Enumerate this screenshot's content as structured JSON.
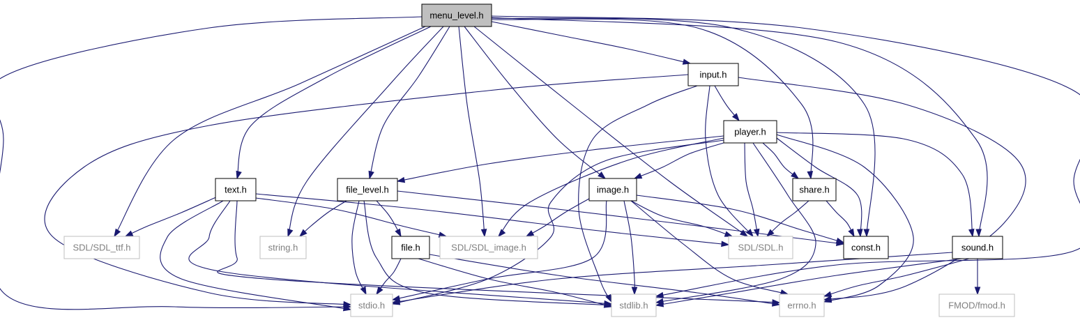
{
  "diagram": {
    "colors": {
      "edge": "#191970",
      "root_fill": "#bfbfbf",
      "node_border": "#000000",
      "system_border": "#bfbfbf",
      "system_text": "#808080"
    },
    "nodes": [
      {
        "id": "menu_level",
        "label": "menu_level.h",
        "kind": "root"
      },
      {
        "id": "input",
        "label": "input.h",
        "kind": "local"
      },
      {
        "id": "player",
        "label": "player.h",
        "kind": "local"
      },
      {
        "id": "text",
        "label": "text.h",
        "kind": "local"
      },
      {
        "id": "file_level",
        "label": "file_level.h",
        "kind": "local"
      },
      {
        "id": "image",
        "label": "image.h",
        "kind": "local"
      },
      {
        "id": "share",
        "label": "share.h",
        "kind": "local"
      },
      {
        "id": "file",
        "label": "file.h",
        "kind": "local"
      },
      {
        "id": "const",
        "label": "const.h",
        "kind": "local"
      },
      {
        "id": "sound",
        "label": "sound.h",
        "kind": "local"
      },
      {
        "id": "sdl_ttf",
        "label": "SDL/SDL_ttf.h",
        "kind": "system"
      },
      {
        "id": "string",
        "label": "string.h",
        "kind": "system"
      },
      {
        "id": "sdl_image",
        "label": "SDL/SDL_image.h",
        "kind": "system"
      },
      {
        "id": "sdl",
        "label": "SDL/SDL.h",
        "kind": "system"
      },
      {
        "id": "stdio",
        "label": "stdio.h",
        "kind": "system"
      },
      {
        "id": "stdlib",
        "label": "stdlib.h",
        "kind": "system"
      },
      {
        "id": "errno",
        "label": "errno.h",
        "kind": "system"
      },
      {
        "id": "fmod",
        "label": "FMOD/fmod.h",
        "kind": "system"
      }
    ],
    "edges": [
      {
        "from": "menu_level",
        "to": "stdio"
      },
      {
        "from": "menu_level",
        "to": "sdl_ttf"
      },
      {
        "from": "menu_level",
        "to": "text"
      },
      {
        "from": "menu_level",
        "to": "string"
      },
      {
        "from": "menu_level",
        "to": "file_level"
      },
      {
        "from": "menu_level",
        "to": "sdl_image"
      },
      {
        "from": "menu_level",
        "to": "image"
      },
      {
        "from": "menu_level",
        "to": "sdl"
      },
      {
        "from": "menu_level",
        "to": "input"
      },
      {
        "from": "menu_level",
        "to": "share"
      },
      {
        "from": "menu_level",
        "to": "const"
      },
      {
        "from": "menu_level",
        "to": "sound"
      },
      {
        "from": "menu_level",
        "to": "stdlib"
      },
      {
        "from": "input",
        "to": "stdio"
      },
      {
        "from": "input",
        "to": "stdlib"
      },
      {
        "from": "input",
        "to": "sdl"
      },
      {
        "from": "input",
        "to": "player"
      },
      {
        "from": "input",
        "to": "errno"
      },
      {
        "from": "player",
        "to": "file_level"
      },
      {
        "from": "player",
        "to": "sdl_image"
      },
      {
        "from": "player",
        "to": "stdio"
      },
      {
        "from": "player",
        "to": "image"
      },
      {
        "from": "player",
        "to": "sdl"
      },
      {
        "from": "player",
        "to": "stdlib"
      },
      {
        "from": "player",
        "to": "share"
      },
      {
        "from": "player",
        "to": "const"
      },
      {
        "from": "player",
        "to": "errno"
      },
      {
        "from": "player",
        "to": "sound"
      },
      {
        "from": "text",
        "to": "sdl_ttf"
      },
      {
        "from": "text",
        "to": "sdl_image"
      },
      {
        "from": "text",
        "to": "sdl"
      },
      {
        "from": "text",
        "to": "stdio"
      },
      {
        "from": "text",
        "to": "stdlib"
      },
      {
        "from": "text",
        "to": "errno"
      },
      {
        "from": "file_level",
        "to": "string"
      },
      {
        "from": "file_level",
        "to": "file"
      },
      {
        "from": "file_level",
        "to": "stdio"
      },
      {
        "from": "file_level",
        "to": "stdlib"
      },
      {
        "from": "file_level",
        "to": "const"
      },
      {
        "from": "image",
        "to": "sdl_image"
      },
      {
        "from": "image",
        "to": "sdl"
      },
      {
        "from": "image",
        "to": "const"
      },
      {
        "from": "image",
        "to": "stdio"
      },
      {
        "from": "image",
        "to": "stdlib"
      },
      {
        "from": "image",
        "to": "errno"
      },
      {
        "from": "share",
        "to": "sdl"
      },
      {
        "from": "share",
        "to": "const"
      },
      {
        "from": "file",
        "to": "stdio"
      },
      {
        "from": "file",
        "to": "stdlib"
      },
      {
        "from": "file",
        "to": "errno"
      },
      {
        "from": "sound",
        "to": "stdio"
      },
      {
        "from": "sound",
        "to": "stdlib"
      },
      {
        "from": "sound",
        "to": "errno"
      },
      {
        "from": "sound",
        "to": "fmod"
      }
    ]
  }
}
